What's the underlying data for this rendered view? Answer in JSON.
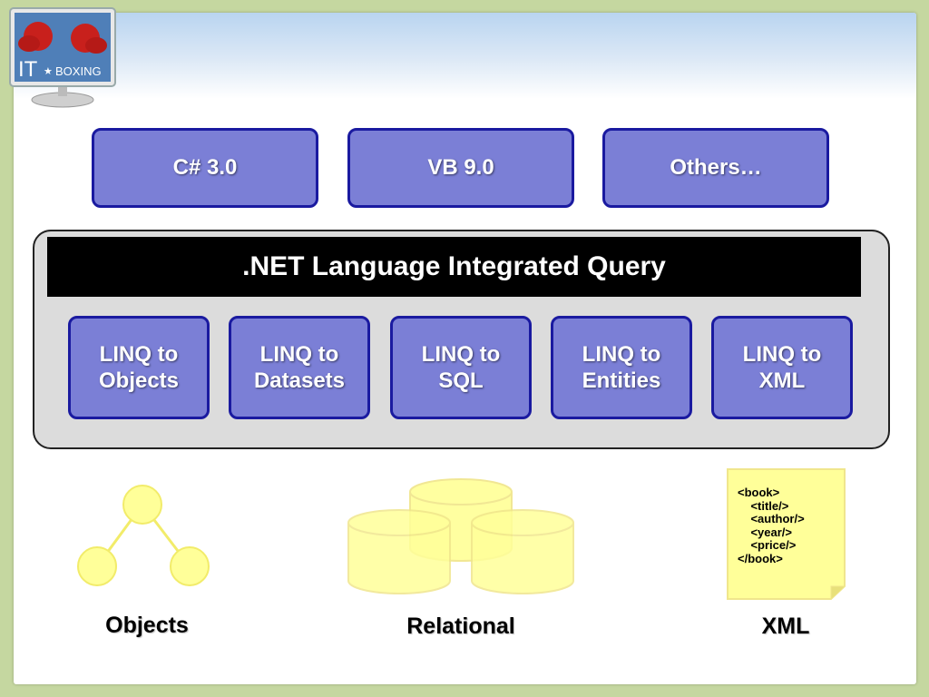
{
  "logo": {
    "text": "IT",
    "subtext": "BOXING"
  },
  "languages": [
    {
      "label": "C# 3.0"
    },
    {
      "label": "VB 9.0"
    },
    {
      "label": "Others…"
    }
  ],
  "framework": {
    "title": ".NET Language Integrated Query",
    "providers": [
      {
        "label": "LINQ to\nObjects"
      },
      {
        "label": "LINQ to\nDatasets"
      },
      {
        "label": "LINQ to\nSQL"
      },
      {
        "label": "LINQ to\nEntities"
      },
      {
        "label": "LINQ to\nXML"
      }
    ]
  },
  "sources": {
    "objects": "Objects",
    "relational": "Relational",
    "xml": "XML",
    "xml_lines": [
      "<book>",
      "    <title/>",
      "    <author/>",
      "    <year/>",
      "    <price/>",
      "</book>"
    ]
  },
  "colors": {
    "box_fill": "#7b7fd6",
    "box_border": "#1a1aa0",
    "shape_yellow": "#ffff99",
    "shape_yellow_stroke": "#f0e68c"
  }
}
